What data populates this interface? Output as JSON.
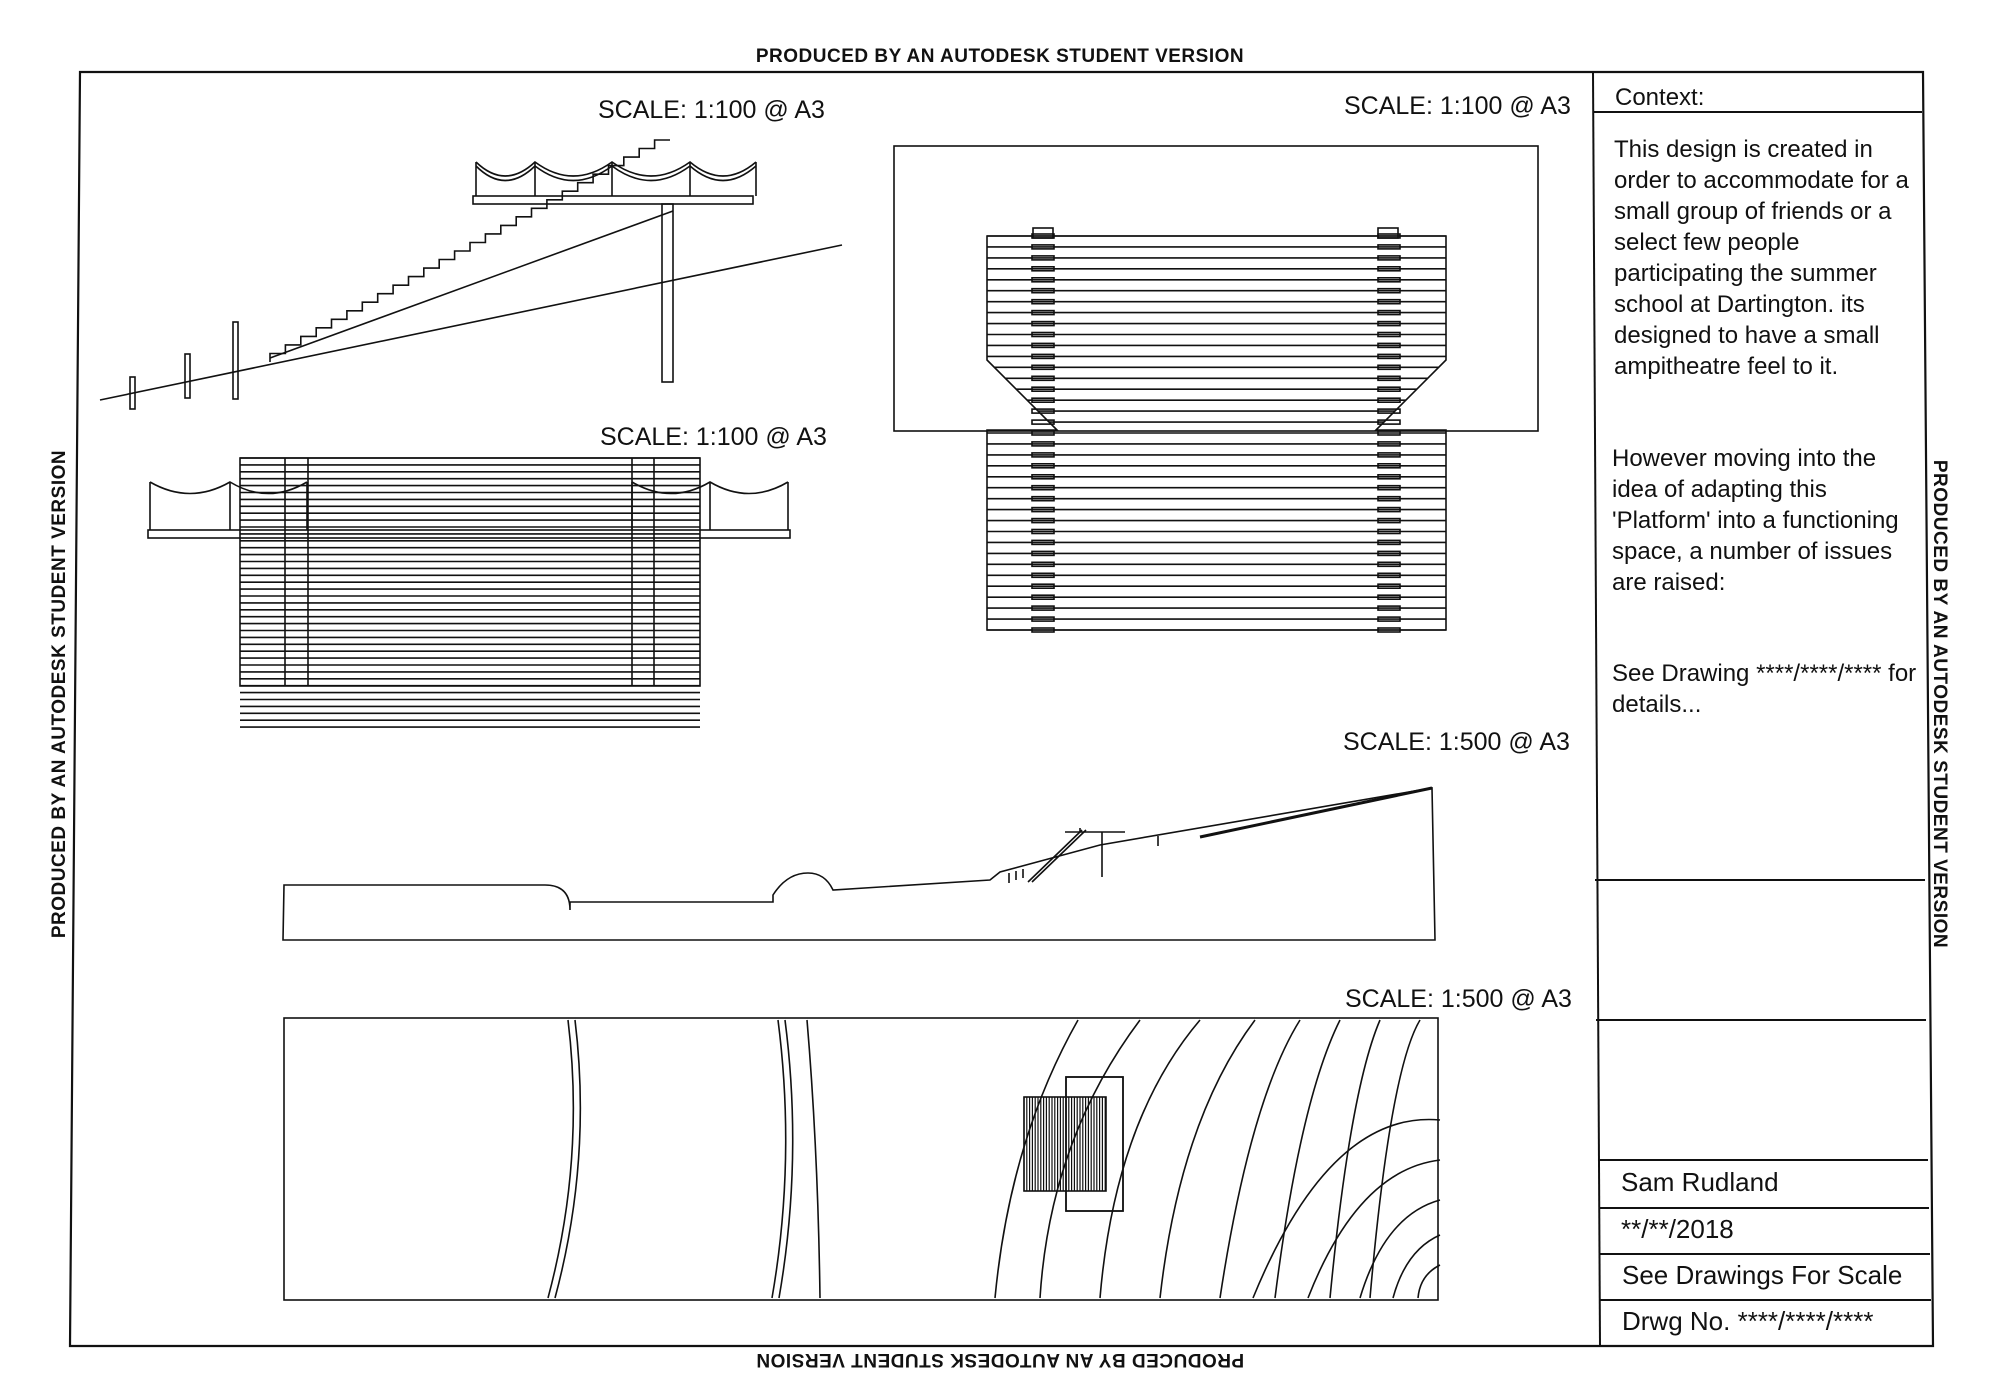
{
  "watermark": "PRODUCED BY AN AUTODESK STUDENT VERSION",
  "scales": {
    "elevation_top": "SCALE: 1:100 @ A3",
    "plan_top": "SCALE: 1:100 @ A3",
    "elevation_front": "SCALE: 1:100 @ A3",
    "site_section": "SCALE: 1:500 @ A3",
    "site_plan": "SCALE: 1:500 @ A3"
  },
  "title_block": {
    "context_heading": "Context:",
    "context_para1": "This design is created in order to accommodate for a small group of friends or a select few people participating the summer school at Dartington. its designed to have a small ampitheatre feel to it.",
    "context_para2": "However moving into the idea of adapting this 'Platform' into a functioning space, a number of issues are raised:",
    "context_para3": "See Drawing ****/****/**** for details...",
    "author": "Sam Rudland",
    "date": "**/**/2018",
    "scale_note": "See Drawings For Scale",
    "drawing_number": "Drwg No. ****/****/****"
  }
}
